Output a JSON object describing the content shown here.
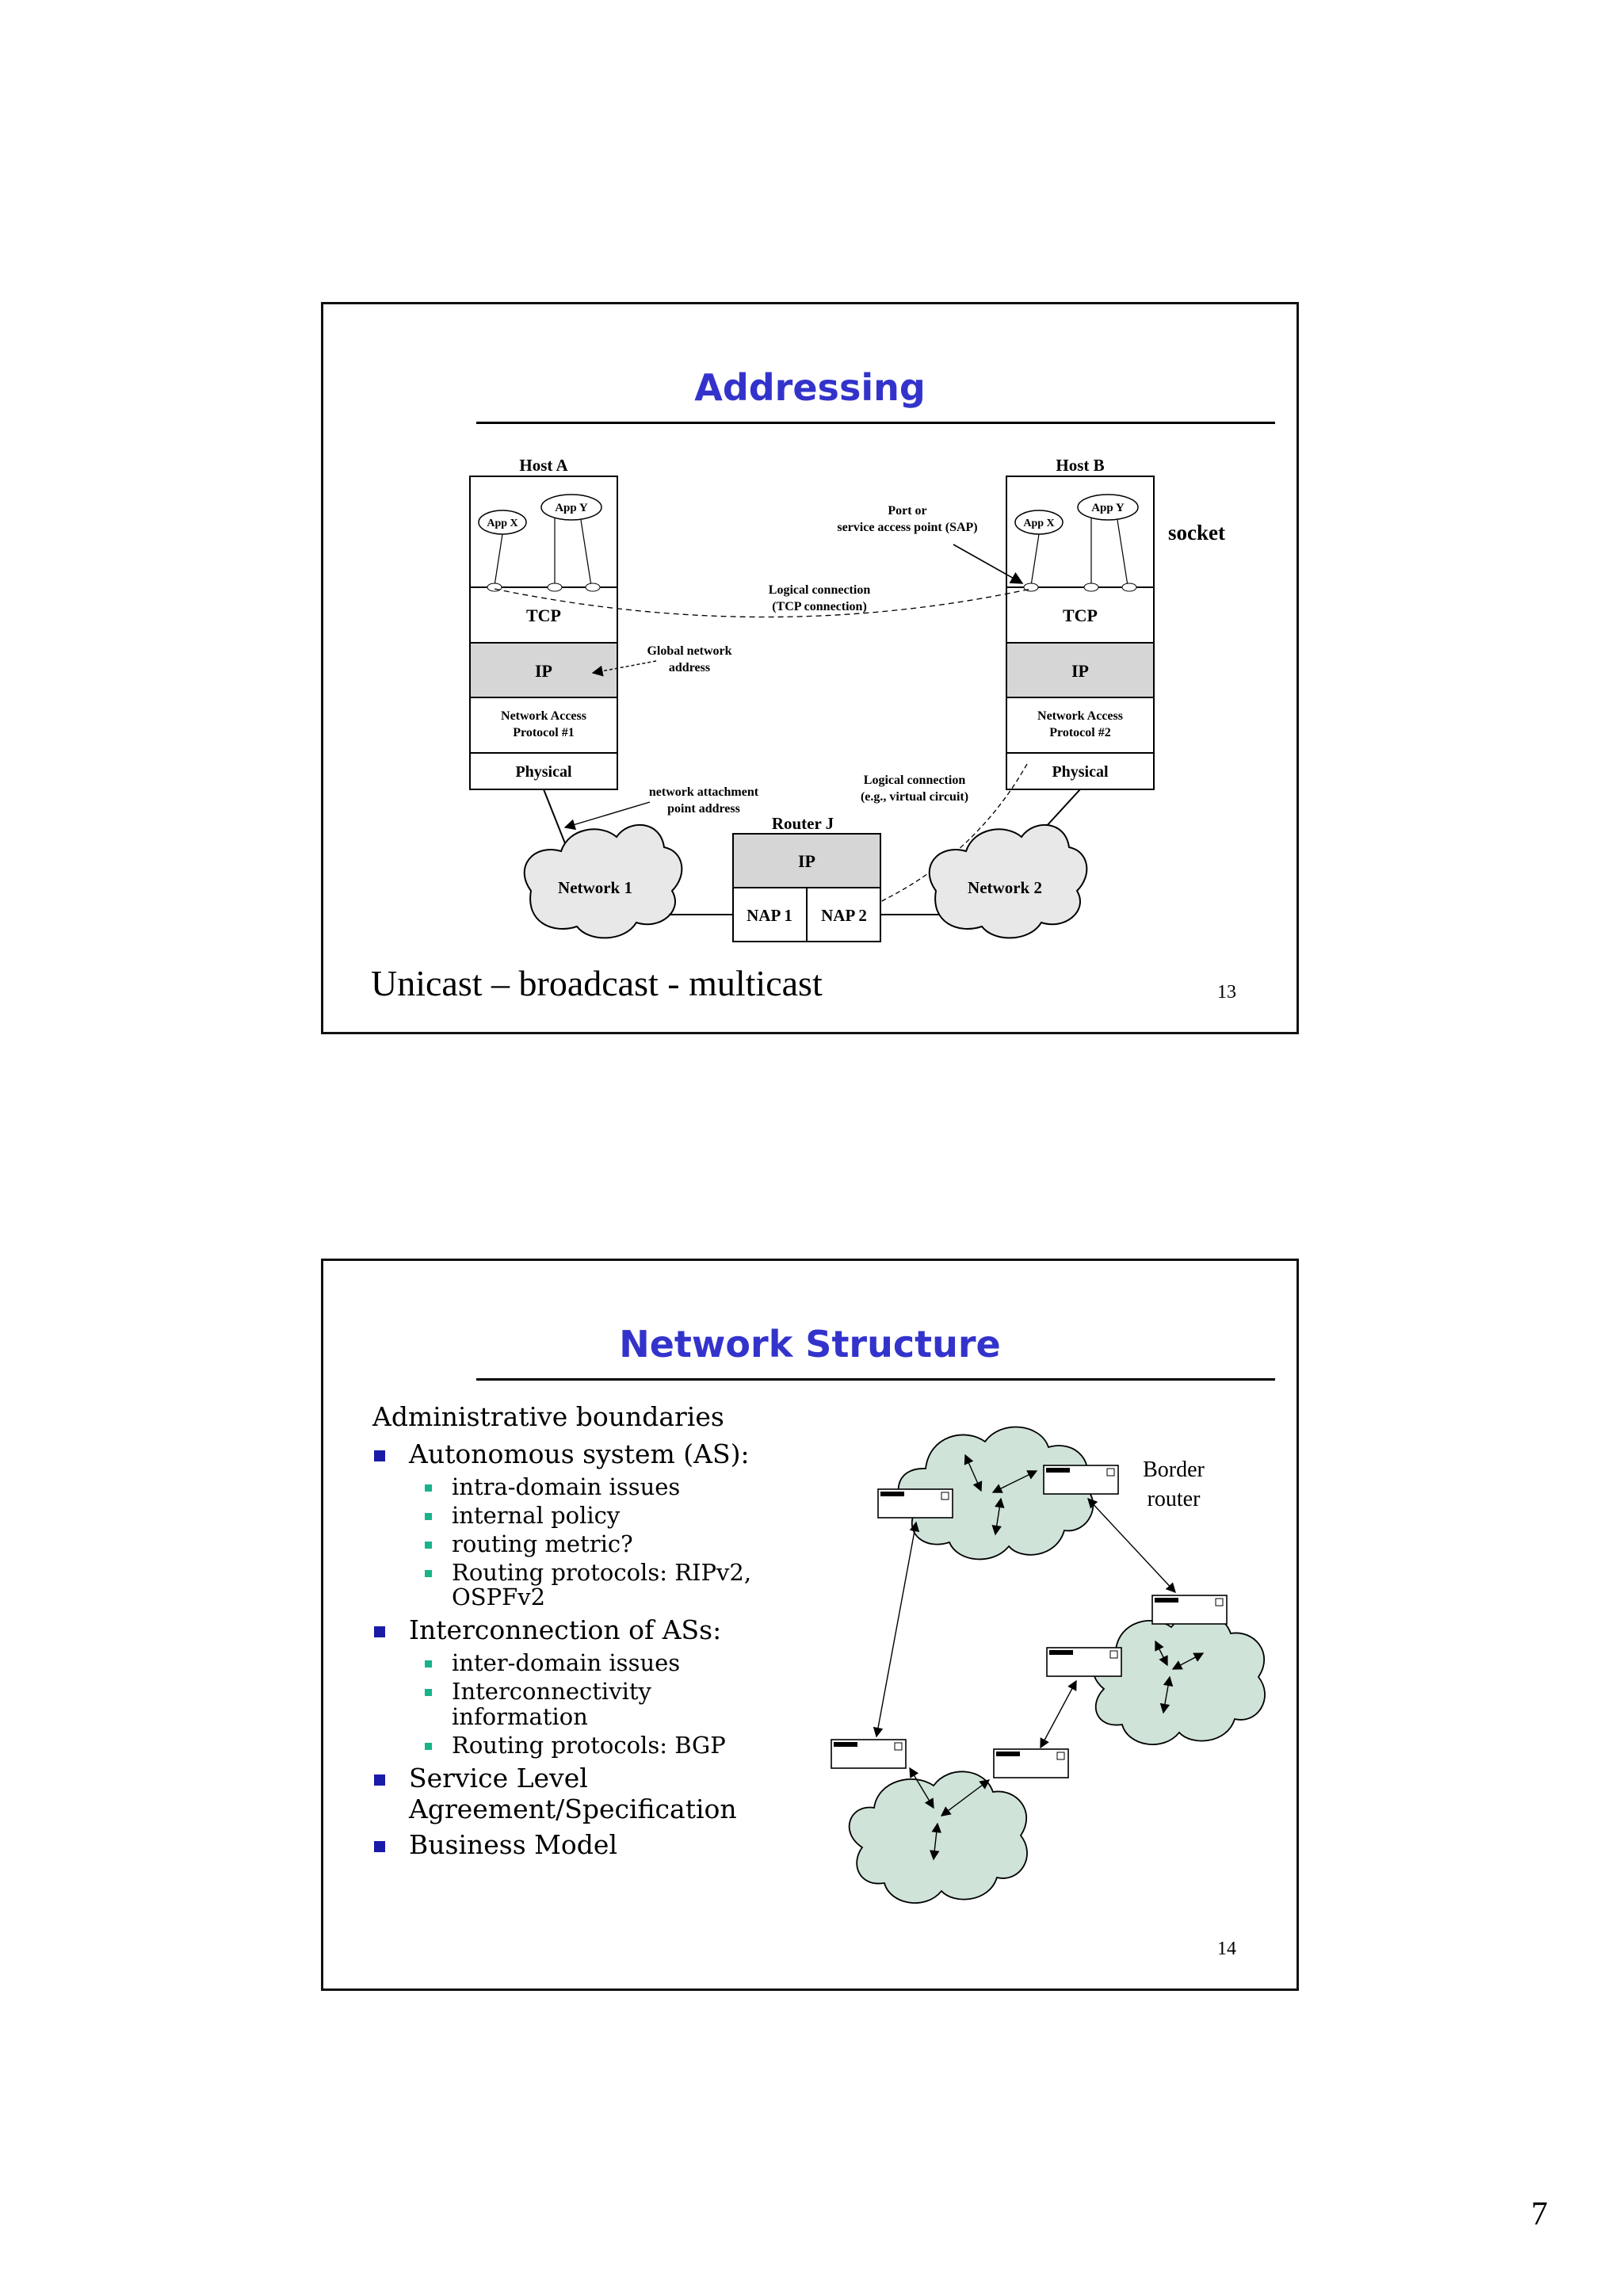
{
  "page": {
    "number": "7"
  },
  "slide13": {
    "title": "Addressing",
    "number": "13",
    "caption": "Unicast – broadcast - multicast",
    "diagram": {
      "host_a": "Host A",
      "host_b": "Host B",
      "app_x": "App X",
      "app_y": "App Y",
      "tcp": "TCP",
      "ip": "IP",
      "nap1_line1": "Network Access",
      "nap1_line2": "Protocol #1",
      "nap2_line1": "Network Access",
      "nap2_line2": "Protocol #2",
      "physical": "Physical",
      "sap_line1": "Port or",
      "sap_line2": "service access point (SAP)",
      "socket": "socket",
      "logical_tcp_line1": "Logical connection",
      "logical_tcp_line2": "(TCP connection)",
      "global_line1": "Global network",
      "global_line2": "address",
      "attach_line1": "network attachment",
      "attach_line2": "point address",
      "logical_vc_line1": "Logical connection",
      "logical_vc_line2": "(e.g., virtual circuit)",
      "router": "Router J",
      "router_ip": "IP",
      "nap_1": "NAP 1",
      "nap_2": "NAP 2",
      "network1": "Network 1",
      "network2": "Network 2"
    }
  },
  "slide14": {
    "title": "Network Structure",
    "number": "14",
    "heading": "Administrative boundaries",
    "items": [
      {
        "label": "Autonomous system (AS):",
        "sub": [
          "intra-domain issues",
          "internal policy",
          "routing metric?",
          "Routing protocols: RIPv2, OSPFv2"
        ]
      },
      {
        "label": "Interconnection of ASs:",
        "sub": [
          "inter-domain issues",
          "Interconnectivity information",
          "Routing protocols: BGP"
        ]
      },
      {
        "label": "Service Level Agreement/Specification",
        "sub": []
      },
      {
        "label": "Business Model",
        "sub": []
      }
    ],
    "diagram": {
      "border_line1": "Border",
      "border_line2": "router"
    }
  }
}
